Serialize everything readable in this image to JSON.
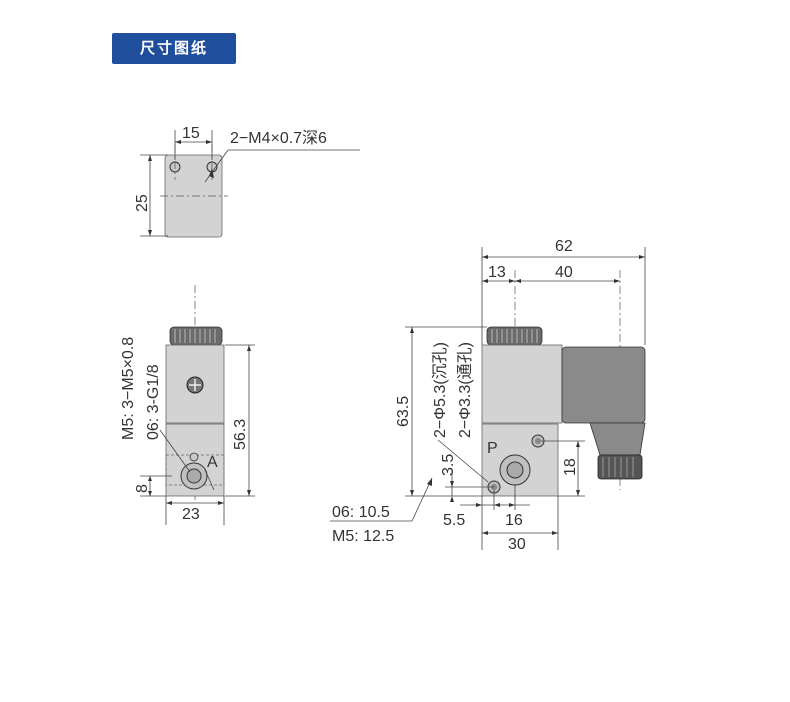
{
  "header": {
    "title": "尺寸图纸",
    "arrow_color": "#f39a1e",
    "badge_color": "#1f4e9c",
    "icon": "double-chevron-right-icon"
  },
  "top_view": {
    "width_dim": "15",
    "height_dim": "25",
    "thread_note": "2−M4×0.7深6"
  },
  "side_view": {
    "port_note": "M5: 3−M5×0.8",
    "port_note_2": "06:  3-G1/8",
    "height_dim": "56.3",
    "port_height_dim": "8",
    "width_dim": "23",
    "port_label": "A"
  },
  "front_view": {
    "overall_width": "62",
    "offset_dim": "13",
    "connector_dim": "40",
    "height_dim": "63.5",
    "hole_note_1": "2−Φ5.3(沉孔)",
    "hole_note_2": "2−Φ3.3(通孔)",
    "hole_offset": "3.5",
    "port_height": "18",
    "port_label": "P",
    "left_offset": "5.5",
    "port_x": "16",
    "body_width": "30",
    "variant_06": "06: 10.5",
    "variant_m5": "M5: 12.5"
  }
}
